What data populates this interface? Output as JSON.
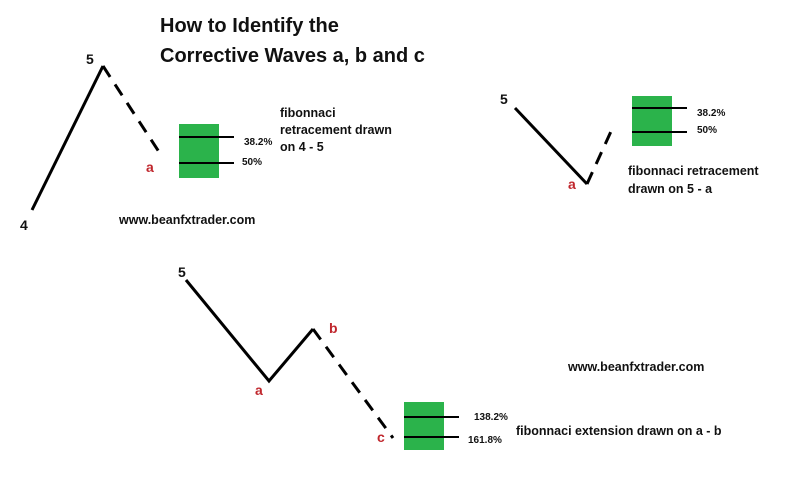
{
  "title": {
    "line1": "How to Identify the",
    "line2": "Corrective Waves a, b and c"
  },
  "colors": {
    "wave": "#000000",
    "label_black": "#111111",
    "label_red": "#c0272d",
    "fib_box": "#2bb34b"
  },
  "panel1": {
    "label_4": "4",
    "label_5": "5",
    "label_a": "a",
    "level_1": "38.2%",
    "level_2": "50%",
    "note_line1": "fibonnaci",
    "note_line2": "retracement drawn",
    "note_line3": "on 4 - 5",
    "website": "www.beanfxtrader.com"
  },
  "panel2": {
    "label_5": "5",
    "label_a": "a",
    "level_1": "38.2%",
    "level_2": "50%",
    "note_line1": "fibonnaci retracement",
    "note_line2": "drawn on 5 - a"
  },
  "panel3": {
    "label_5": "5",
    "label_a": "a",
    "label_b": "b",
    "label_c": "c",
    "level_1": "138.2%",
    "level_2": "161.8%",
    "note": "fibonnaci extension drawn on a - b",
    "website": "www.beanfxtrader.com"
  }
}
